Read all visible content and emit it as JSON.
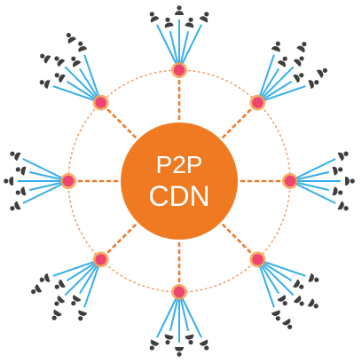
{
  "hub": {
    "line1": "P2P",
    "line2": "CDN",
    "color": "#F07A22"
  },
  "colors": {
    "hub_fill": "#F07A22",
    "dashed_link": "#EE7A2C",
    "ring_dots": "#F2A070",
    "node_fill": "#EE4470",
    "node_halo": "#F7A050",
    "peer_link": "#35AEEA",
    "user_icon": "#3E3E3E"
  },
  "network": {
    "node_count": 8,
    "peers_per_node": 5,
    "user_icon_name": "user-icon"
  }
}
